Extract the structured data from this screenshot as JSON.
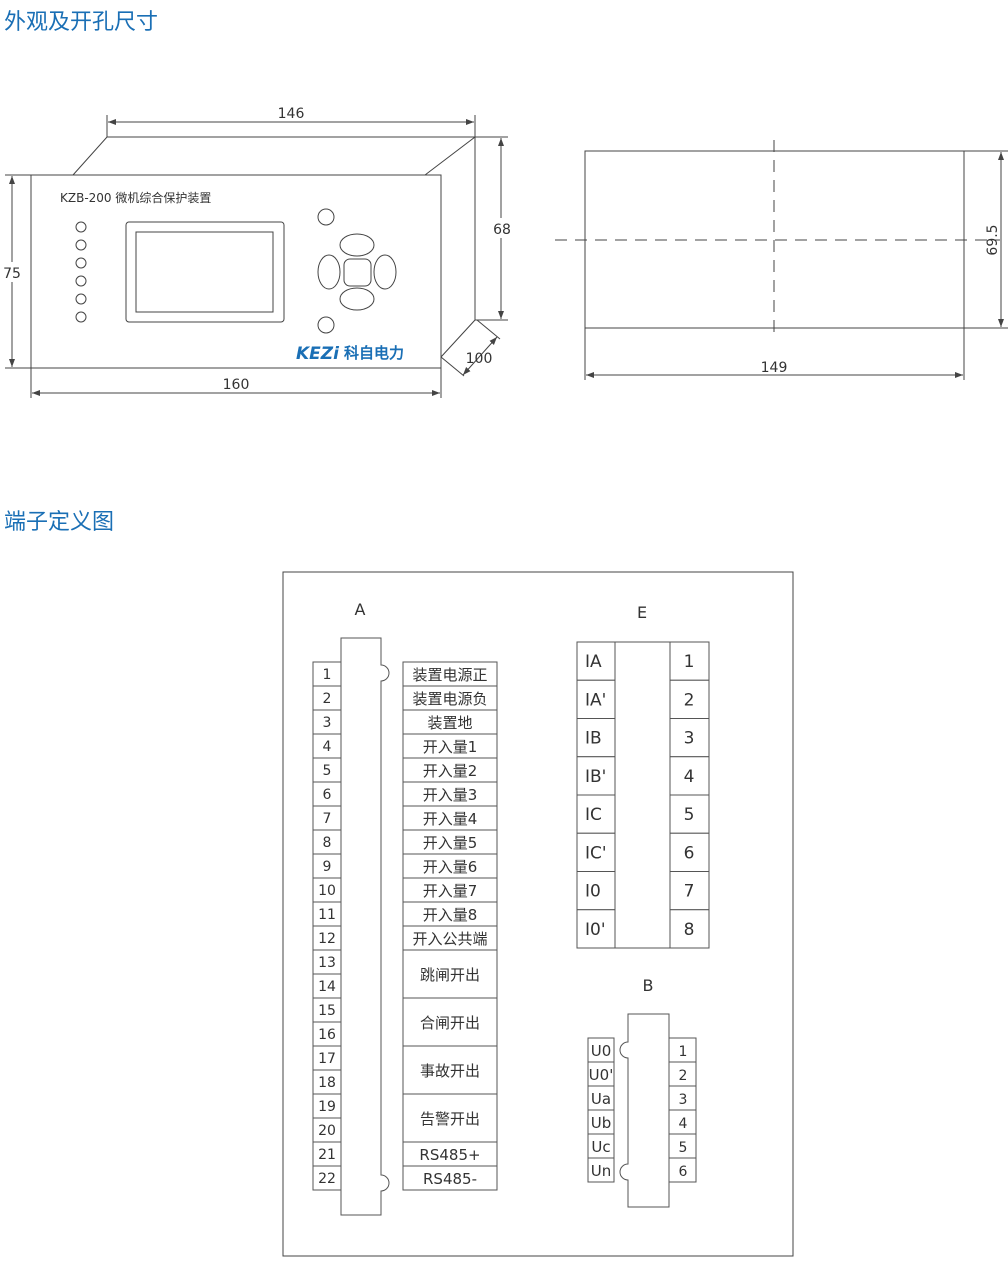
{
  "titles": {
    "appearance": "外观及开孔尺寸",
    "terminals": "端子定义图"
  },
  "colors": {
    "accent": "#1a6fb5",
    "line": "#444444"
  },
  "front_view": {
    "device_name": "KZB-200 微机综合保护装置",
    "logo_latin": "KEZi",
    "logo_cn": "科自电力",
    "led_count": 6,
    "dimensions": {
      "top_depth_width": "146",
      "side_height": "68",
      "front_height": "75",
      "front_width": "160",
      "depth": "100"
    }
  },
  "cutout": {
    "height": "69.5",
    "width": "149"
  },
  "terminal_a": {
    "label": "A",
    "numbers": [
      "1",
      "2",
      "3",
      "4",
      "5",
      "6",
      "7",
      "8",
      "9",
      "10",
      "11",
      "12",
      "13",
      "14",
      "15",
      "16",
      "17",
      "18",
      "19",
      "20",
      "21",
      "22"
    ],
    "definitions": [
      {
        "text": "装置电源正",
        "span": 1
      },
      {
        "text": "装置电源负",
        "span": 1
      },
      {
        "text": "装置地",
        "span": 1
      },
      {
        "text": "开入量1",
        "span": 1
      },
      {
        "text": "开入量2",
        "span": 1
      },
      {
        "text": "开入量3",
        "span": 1
      },
      {
        "text": "开入量4",
        "span": 1
      },
      {
        "text": "开入量5",
        "span": 1
      },
      {
        "text": "开入量6",
        "span": 1
      },
      {
        "text": "开入量7",
        "span": 1
      },
      {
        "text": "开入量8",
        "span": 1
      },
      {
        "text": "开入公共端",
        "span": 1
      },
      {
        "text": "跳闸开出",
        "span": 2
      },
      {
        "text": "合闸开出",
        "span": 2
      },
      {
        "text": "事故开出",
        "span": 2
      },
      {
        "text": "告警开出",
        "span": 2
      },
      {
        "text": "RS485+",
        "span": 1
      },
      {
        "text": "RS485-",
        "span": 1
      }
    ]
  },
  "terminal_e": {
    "label": "E",
    "signals": [
      "IA",
      "IA'",
      "IB",
      "IB'",
      "IC",
      "IC'",
      "I0",
      "I0'"
    ],
    "numbers": [
      "1",
      "2",
      "3",
      "4",
      "5",
      "6",
      "7",
      "8"
    ]
  },
  "terminal_b": {
    "label": "B",
    "signals": [
      "U0",
      "U0'",
      "Ua",
      "Ub",
      "Uc",
      "Un"
    ],
    "numbers": [
      "1",
      "2",
      "3",
      "4",
      "5",
      "6"
    ]
  }
}
